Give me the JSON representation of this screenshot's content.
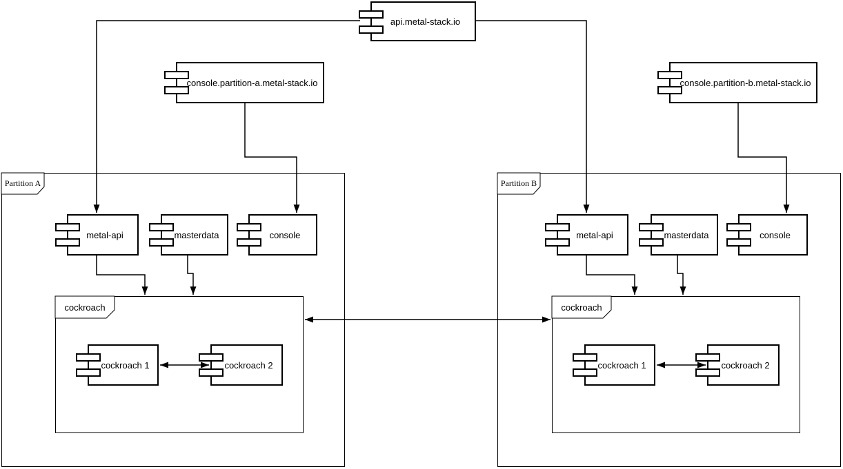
{
  "colors": {
    "stroke": "#000000",
    "fill": "#ffffff",
    "background": "#ffffff"
  },
  "external": {
    "api": "api.metal-stack.io",
    "console_a": "console.partition-a.metal-stack.io",
    "console_b": "console.partition-b.metal-stack.io"
  },
  "partition_a": {
    "label": "Partition A",
    "metal_api": "metal-api",
    "masterdata": "masterdata",
    "console": "console",
    "cockroach": {
      "label": "cockroach",
      "node1": "cockroach 1",
      "node2": "cockroach 2"
    }
  },
  "partition_b": {
    "label": "Partition B",
    "metal_api": "metal-api",
    "masterdata": "masterdata",
    "console": "console",
    "cockroach": {
      "label": "cockroach",
      "node1": "cockroach 1",
      "node2": "cockroach 2"
    }
  },
  "edges": [
    {
      "from": "api.metal-stack.io",
      "to": "Partition A / metal-api",
      "style": "arrow"
    },
    {
      "from": "api.metal-stack.io",
      "to": "Partition B / metal-api",
      "style": "arrow"
    },
    {
      "from": "console.partition-a.metal-stack.io",
      "to": "Partition A / console",
      "style": "arrow"
    },
    {
      "from": "console.partition-b.metal-stack.io",
      "to": "Partition B / console",
      "style": "arrow"
    },
    {
      "from": "Partition A / metal-api",
      "to": "Partition A / cockroach",
      "style": "arrow"
    },
    {
      "from": "Partition A / masterdata",
      "to": "Partition A / cockroach",
      "style": "arrow"
    },
    {
      "from": "Partition B / metal-api",
      "to": "Partition B / cockroach",
      "style": "arrow"
    },
    {
      "from": "Partition B / masterdata",
      "to": "Partition B / cockroach",
      "style": "arrow"
    },
    {
      "from": "Partition A / cockroach",
      "to": "Partition B / cockroach",
      "style": "double-arrow"
    },
    {
      "from": "Partition A / cockroach 1",
      "to": "Partition A / cockroach 2",
      "style": "double-arrow"
    },
    {
      "from": "Partition B / cockroach 1",
      "to": "Partition B / cockroach 2",
      "style": "double-arrow"
    }
  ]
}
